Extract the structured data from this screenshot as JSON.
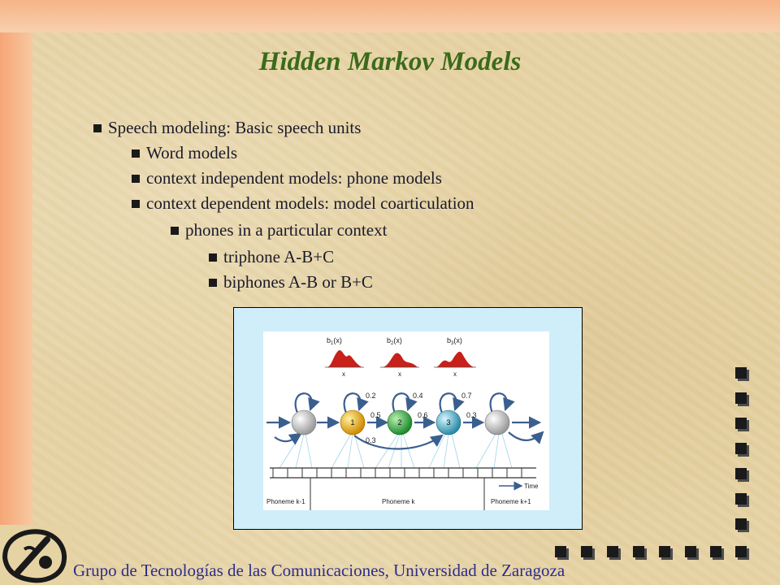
{
  "slide": {
    "title": "Hidden Markov Models",
    "bullets": [
      {
        "level": 1,
        "text": "Speech modeling: Basic speech units"
      },
      {
        "level": 2,
        "text": "Word models"
      },
      {
        "level": 2,
        "text": "context independent models:  phone models"
      },
      {
        "level": 2,
        "text": "context dependent models: model coarticulation"
      },
      {
        "level": 3,
        "text": "phones in a particular context"
      },
      {
        "level": 4,
        "text": "triphone  A-B+C"
      },
      {
        "level": 4,
        "text": "biphones A-B or B+C"
      }
    ],
    "footer": "Grupo de Tecnologías de las Comunicaciones,   Universidad de Zaragoza"
  },
  "diagram": {
    "emission_labels": [
      "b",
      "b",
      "b"
    ],
    "emission_subscripts": [
      "1",
      "2",
      "3"
    ],
    "emission_args": [
      "(x)",
      "(x)",
      "(x)"
    ],
    "x_labels": [
      "x",
      "x",
      "x"
    ],
    "state_labels": [
      "1",
      "2",
      "3"
    ],
    "self_loop_probs": [
      "0.2",
      "0.4",
      "0.7"
    ],
    "forward_probs": [
      "0.5",
      "0.6",
      "0.3"
    ],
    "skip_prob": "0.3",
    "time_label": "Time",
    "phoneme_labels": [
      "Phoneme k-1",
      "Phoneme k",
      "Phoneme k+1"
    ],
    "colors": {
      "state1": "#f2b21a",
      "state2": "#3bb04a",
      "state3": "#45b9d0",
      "null_state": "#cccccc",
      "arrow": "#3a5f8f",
      "emission_fill": "#c8201a"
    }
  }
}
